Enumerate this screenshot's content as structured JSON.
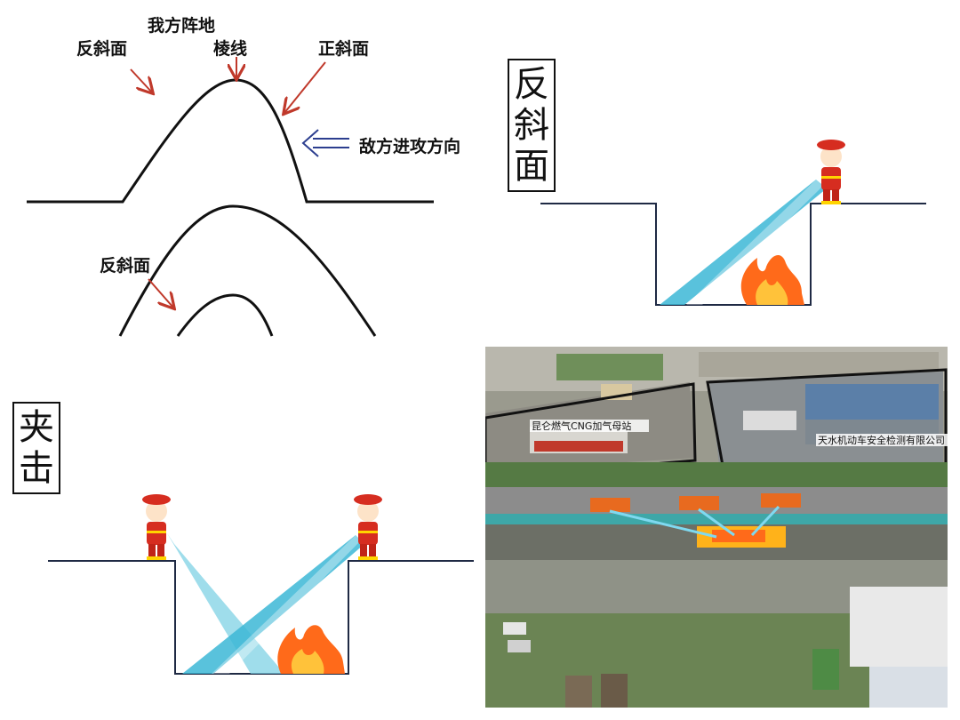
{
  "slope_diagram": {
    "position_label": "我方阵地",
    "reverse_slope_label": "反斜面",
    "ridge_label": "棱线",
    "forward_slope_label": "正斜面",
    "attack_direction_label": "敌方进攻方向",
    "reverse_slope_label_2": "反斜面"
  },
  "reverse_slope_panel": {
    "title_lines": [
      "反",
      "斜",
      "面"
    ]
  },
  "pincer_panel": {
    "title_lines": [
      "夹",
      "击"
    ]
  },
  "aerial_photo": {
    "label_left": "昆仑燃气CNG加气母站",
    "label_right": "天水机动车安全检测有限公司"
  },
  "colors": {
    "arrow_red": "#c0392b",
    "arrow_blue": "#2c3e8f",
    "water": "#3cb7d6",
    "fire": "#ff6a1a",
    "line": "#1f2a44"
  }
}
